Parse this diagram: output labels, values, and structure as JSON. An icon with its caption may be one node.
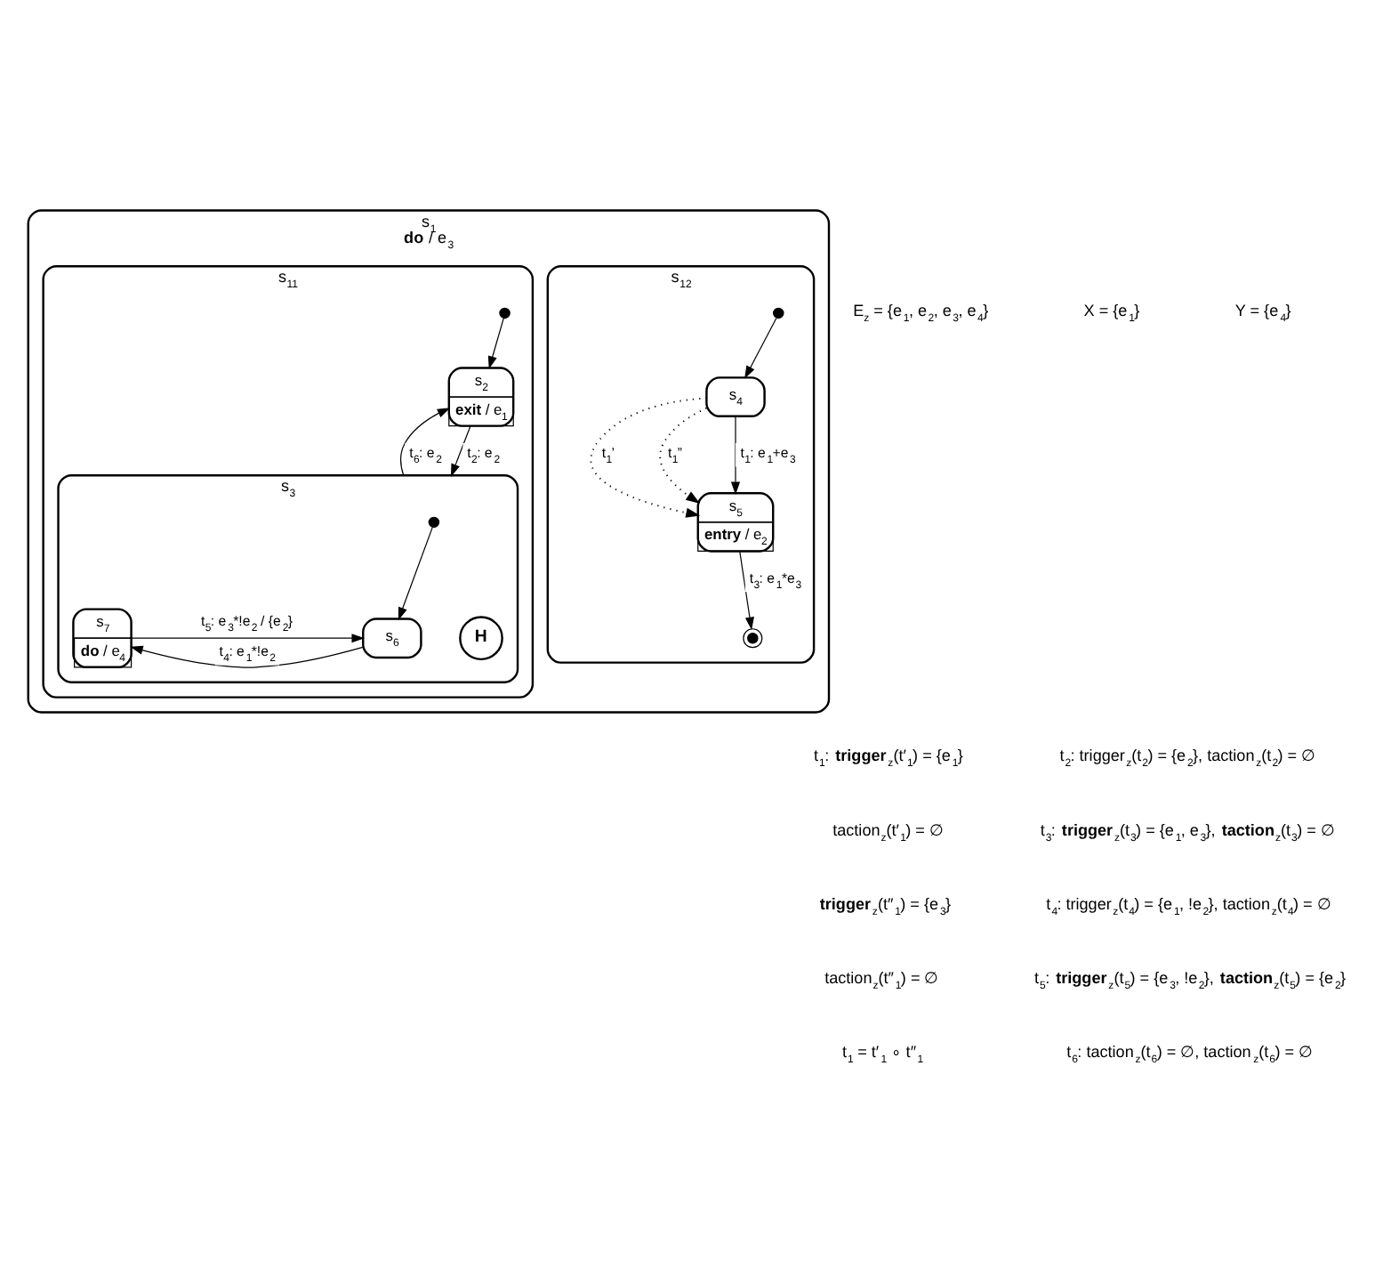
{
  "diagram": {
    "nodes": [
      {
        "text": [
          "s$_{1}$",
          "**do** / e$_{3}$"
        ]
      },
      {
        "text": [
          "s$_{11}$"
        ],
        "in": 0
      },
      {
        "text": [],
        "shape": "circle",
        "in": 1
      },
      {
        "text": [
          "s$_{2}$",
          "**exit** / e$_{1}$"
        ],
        "in": 1
      },
      {
        "text": [
          "s$_{3}$"
        ],
        "in": 1
      },
      {
        "text": [],
        "shape": "circle",
        "in": 4
      },
      {
        "text": [
          "s$_{6}$"
        ],
        "in": 4
      },
      {
        "text": [
          "s$_{7}$",
          "**do** / e$_{4}$"
        ],
        "in": 4
      },
      {
        "text": [
          "H"
        ],
        "in": 4
      },
      {
        "text": [
          "s$_{12}$"
        ],
        "in": 0
      },
      {
        "text": [],
        "shape": "circle",
        "in": 9
      },
      {
        "text": [
          "s$_{4}$"
        ],
        "in": 9
      },
      {
        "text": [
          "s$_{5}$",
          "**entry** / e$_{2}$"
        ],
        "in": 9
      },
      {
        "text": [],
        "shape": "circle",
        "in": 9
      }
    ],
    "edges": [
      {
        "from": 2,
        "to": 3,
        "arrow": "to"
      },
      {
        "from": 3,
        "to": 4,
        "arrow": "to",
        "label": "t$_{2}$: e$_{2}$"
      },
      {
        "from": 4,
        "to": 3,
        "arrow": "to",
        "label": "t$_{6}$: e$_{2}$"
      },
      {
        "from": 5,
        "to": 6,
        "arrow": "to"
      },
      {
        "from": 6,
        "to": 7,
        "arrow": "to",
        "label": "t$_{4}$: e$_{1}$*!e$_{2}$"
      },
      {
        "from": 7,
        "to": 6,
        "arrow": "to",
        "label": "t$_{5}$: e$_{3}$*!e$_{2}$ / {e$_{2}$}"
      },
      {
        "from": 10,
        "to": 11,
        "arrow": "to"
      },
      {
        "from": 11,
        "to": 12,
        "arrow": "to",
        "style": "dashed",
        "label": "t$_{1}$’"
      },
      {
        "from": 11,
        "to": 12,
        "arrow": "to",
        "style": "dashed",
        "label": "t$_{1}$”"
      },
      {
        "from": 11,
        "to": 12,
        "arrow": "to",
        "label": "t$_{1}$: e$_{1}$+e$_{3}$"
      },
      {
        "from": 12,
        "to": 13,
        "arrow": "to",
        "label": "t$_{3}$: e$_{1}$*e$_{3}$"
      }
    ],
    "labels": [
      "E$_{z}$ = {e$_{1}$, e$_{2}$, e$_{3}$, e$_{4}$}",
      "X = {e$_{1}$}",
      "Y = {e$_{4}$}",
      "t$_{1}$: **trigger**$_{z}$(t′$_{1}$) = {e$_{1}$}",
      "t$_{2}$: trigger$_{z}$(t$_{2}$) = {e$_{2}$}, taction$_{z}$(t$_{2}$) = ∅",
      "taction$_{z}$(t′$_{1}$) = ∅",
      "t$_{3}$: **trigger**$_{z}$(t$_{3}$) = {e$_{1}$, e$_{3}$}, **taction**$_{z}$(t$_{3}$) = ∅",
      "**trigger**$_{z}$(t″$_{1}$) = {e$_{3}$}",
      "t$_{4}$: trigger$_{z}$(t$_{4}$) = {e$_{1}$, !e$_{2}$}, taction$_{z}$(t$_{4}$) = ∅",
      "taction$_{z}$(t″$_{1}$) = ∅",
      "t$_{5}$: **trigger**$_{z}$(t$_{5}$) = {e$_{3}$, !e$_{2}$}, **taction**$_{z}$(t$_{5}$) = {e$_{2}$}",
      "t$_{1}$ = t′$_{1}$ ∘ t″$_{1}$",
      "t$_{6}$: taction$_{z}$(t$_{6}$) = ∅, taction$_{z}$(t$_{6}$) = ∅"
    ]
  }
}
